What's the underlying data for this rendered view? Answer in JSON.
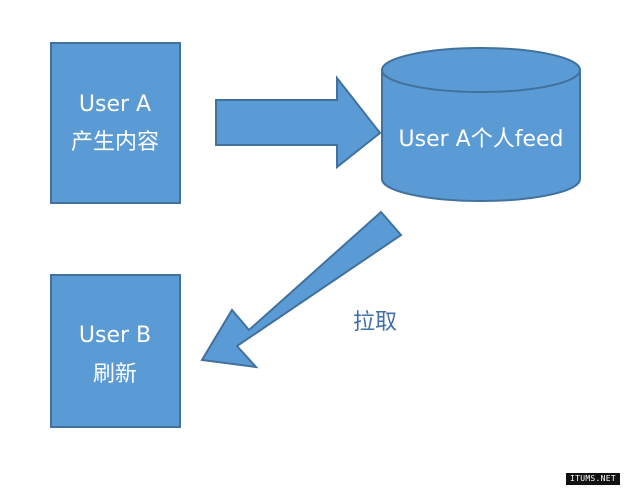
{
  "diagram": {
    "user_a_box": {
      "line1": "User A",
      "line2": "产生内容"
    },
    "feed_store": {
      "label": "User A个人feed"
    },
    "user_b_box": {
      "line1": "User B",
      "line2": "刷新"
    },
    "pull_label": "拉取"
  },
  "watermark": {
    "text": "ITUMS.NET"
  },
  "colors": {
    "shape_fill": "#5b9bd5",
    "shape_stroke": "#41719c",
    "label_text": "#3f6fa8"
  }
}
